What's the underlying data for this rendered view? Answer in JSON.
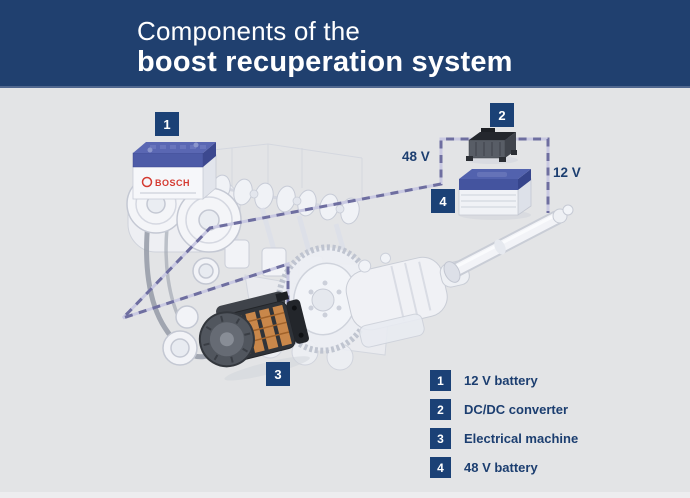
{
  "header": {
    "title_line1": "Components of the",
    "title_line2": "boost recuperation system"
  },
  "diagram": {
    "markers": {
      "m1": "1",
      "m2": "2",
      "m3": "3",
      "m4": "4"
    },
    "voltage_labels": {
      "v48": "48 V",
      "v12": "12 V"
    },
    "battery_brand": "BOSCH"
  },
  "legend": {
    "items": [
      {
        "number": "1",
        "label": "12 V battery"
      },
      {
        "number": "2",
        "label": "DC/DC converter"
      },
      {
        "number": "3",
        "label": "Electrical machine"
      },
      {
        "number": "4",
        "label": "48 V battery"
      }
    ]
  },
  "colors": {
    "header_bg": "#20406f",
    "canvas_bg": "#e3e4e6",
    "chip_bg": "#1b4176",
    "text_navy": "#1c3e70",
    "dash_dark": "#6e6ea0",
    "dash_light": "#c9c9e2",
    "copper": "#c9874a",
    "battery_lid_blue": "#4d5ba7",
    "bosch_red": "#d43a31"
  }
}
